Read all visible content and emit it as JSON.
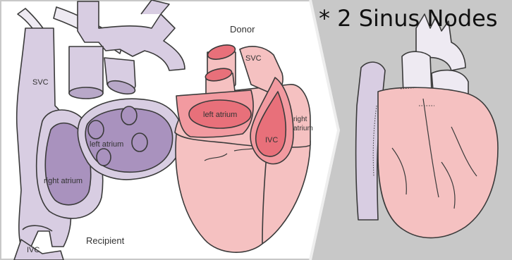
{
  "header": {
    "title": "* 2 Sinus Nodes"
  },
  "recipient": {
    "caption": "Recipient",
    "labels": {
      "svc": "SVC",
      "ivc": "IVC",
      "left_atrium": "left atrium",
      "right_atrium": "right atrium"
    }
  },
  "donor": {
    "caption": "Donor",
    "labels": {
      "svc": "SVC",
      "left_atrium": "left atrium",
      "ivc": "IVC",
      "right_atrium_line1": "right",
      "right_atrium_line2": "atrium"
    }
  },
  "colors": {
    "vessel_lavender": "#d8cde2",
    "atrium_purple": "#a992be",
    "heart_pink": "#f5c1c1",
    "heart_deep": "#e8707a",
    "panel_gray": "#c8c8c8",
    "outline": "#3a3a3a"
  }
}
